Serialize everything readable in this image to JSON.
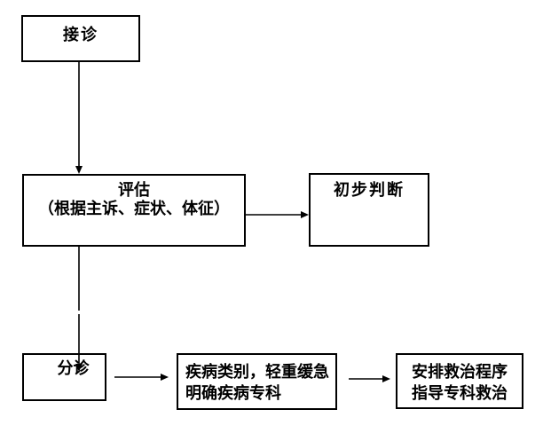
{
  "diagram": {
    "type": "flowchart",
    "nodes": {
      "reception": {
        "label": "接诊"
      },
      "assessment": {
        "line1": "评估",
        "line2": "（根据主诉、症状、体征）"
      },
      "preliminary_judgment": {
        "label": "初步判断"
      },
      "triage": {
        "label": "分诊"
      },
      "disease_category": {
        "line1": "疾病类别，轻重缓急",
        "line2": "明确疾病专科"
      },
      "treatment": {
        "line1": "安排救治程序",
        "line2": "指导专科救治"
      }
    },
    "edges": [
      {
        "from": "reception",
        "to": "assessment"
      },
      {
        "from": "assessment",
        "to": "preliminary_judgment"
      },
      {
        "from": "assessment",
        "to": "triage"
      },
      {
        "from": "triage",
        "to": "disease_category"
      },
      {
        "from": "disease_category",
        "to": "treatment"
      }
    ],
    "colors": {
      "line": "#000000",
      "box_fill": "#ffffff",
      "text": "#000000",
      "background": "#ffffff"
    }
  }
}
